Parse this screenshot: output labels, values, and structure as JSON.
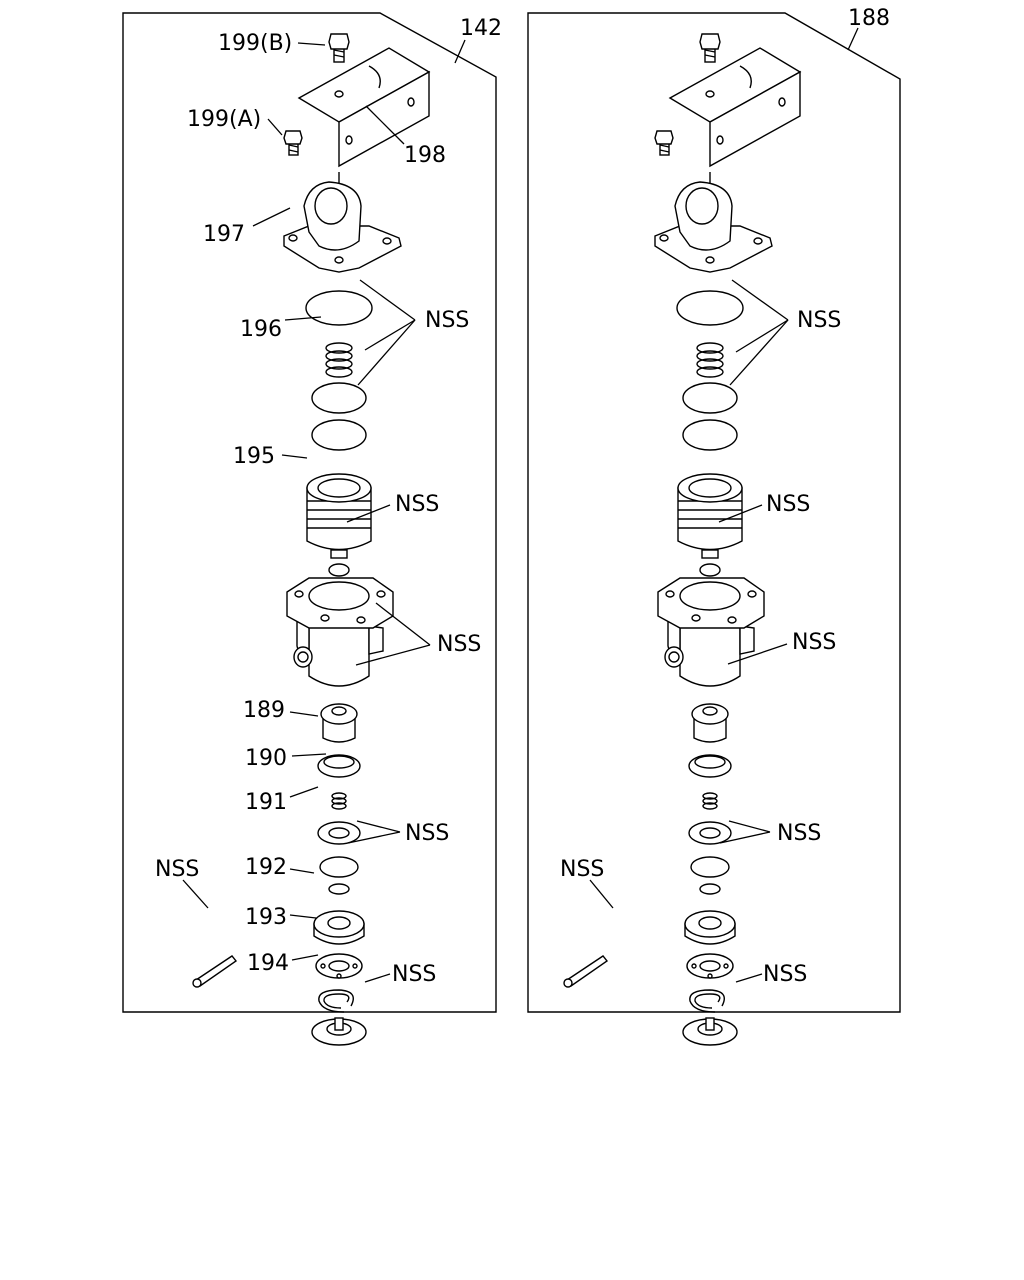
{
  "panels": {
    "left": {
      "ref": "142",
      "labels": {
        "l199b": "199(B)",
        "l199a": "199(A)",
        "l198": "198",
        "l197": "197",
        "l196": "196",
        "l195": "195",
        "l189": "189",
        "l190": "190",
        "l191": "191",
        "l192": "192",
        "l193": "193",
        "l194": "194",
        "nss1": "NSS",
        "nss2": "NSS",
        "nss3": "NSS",
        "nss4": "NSS",
        "nss5": "NSS",
        "nss6": "NSS"
      }
    },
    "right": {
      "ref": "188",
      "labels": {
        "nss1": "NSS",
        "nss2": "NSS",
        "nss3": "NSS",
        "nss4": "NSS",
        "nss5": "NSS",
        "nss6": "NSS"
      }
    }
  }
}
